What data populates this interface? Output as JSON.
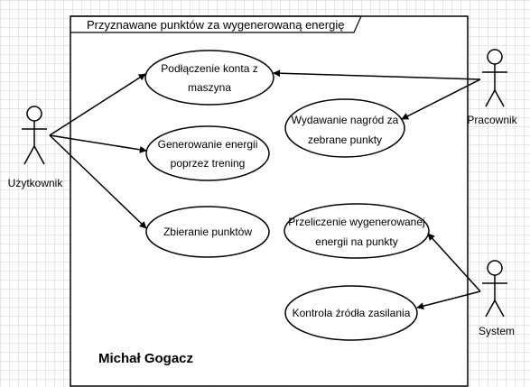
{
  "diagram": {
    "title": "Przyznawane punktów za wygenerowaną energię",
    "author": "Michał Gogacz",
    "actors": {
      "user": "Użytkownik",
      "employee": "Pracownik",
      "system": "System"
    },
    "use_cases": {
      "connect_account": [
        "Podłączenie konta z",
        "maszyna"
      ],
      "generate_energy": [
        "Generowanie energii",
        "poprzez trening"
      ],
      "collect_points": [
        "Zbieranie punktów"
      ],
      "issue_rewards": [
        "Wydawanie nagród za",
        "zebrane punkty"
      ],
      "convert_energy": [
        "Przeliczenie wygenerowanej",
        "energii na punkty"
      ],
      "power_control": [
        "Kontrola źródła zasilania"
      ]
    }
  }
}
